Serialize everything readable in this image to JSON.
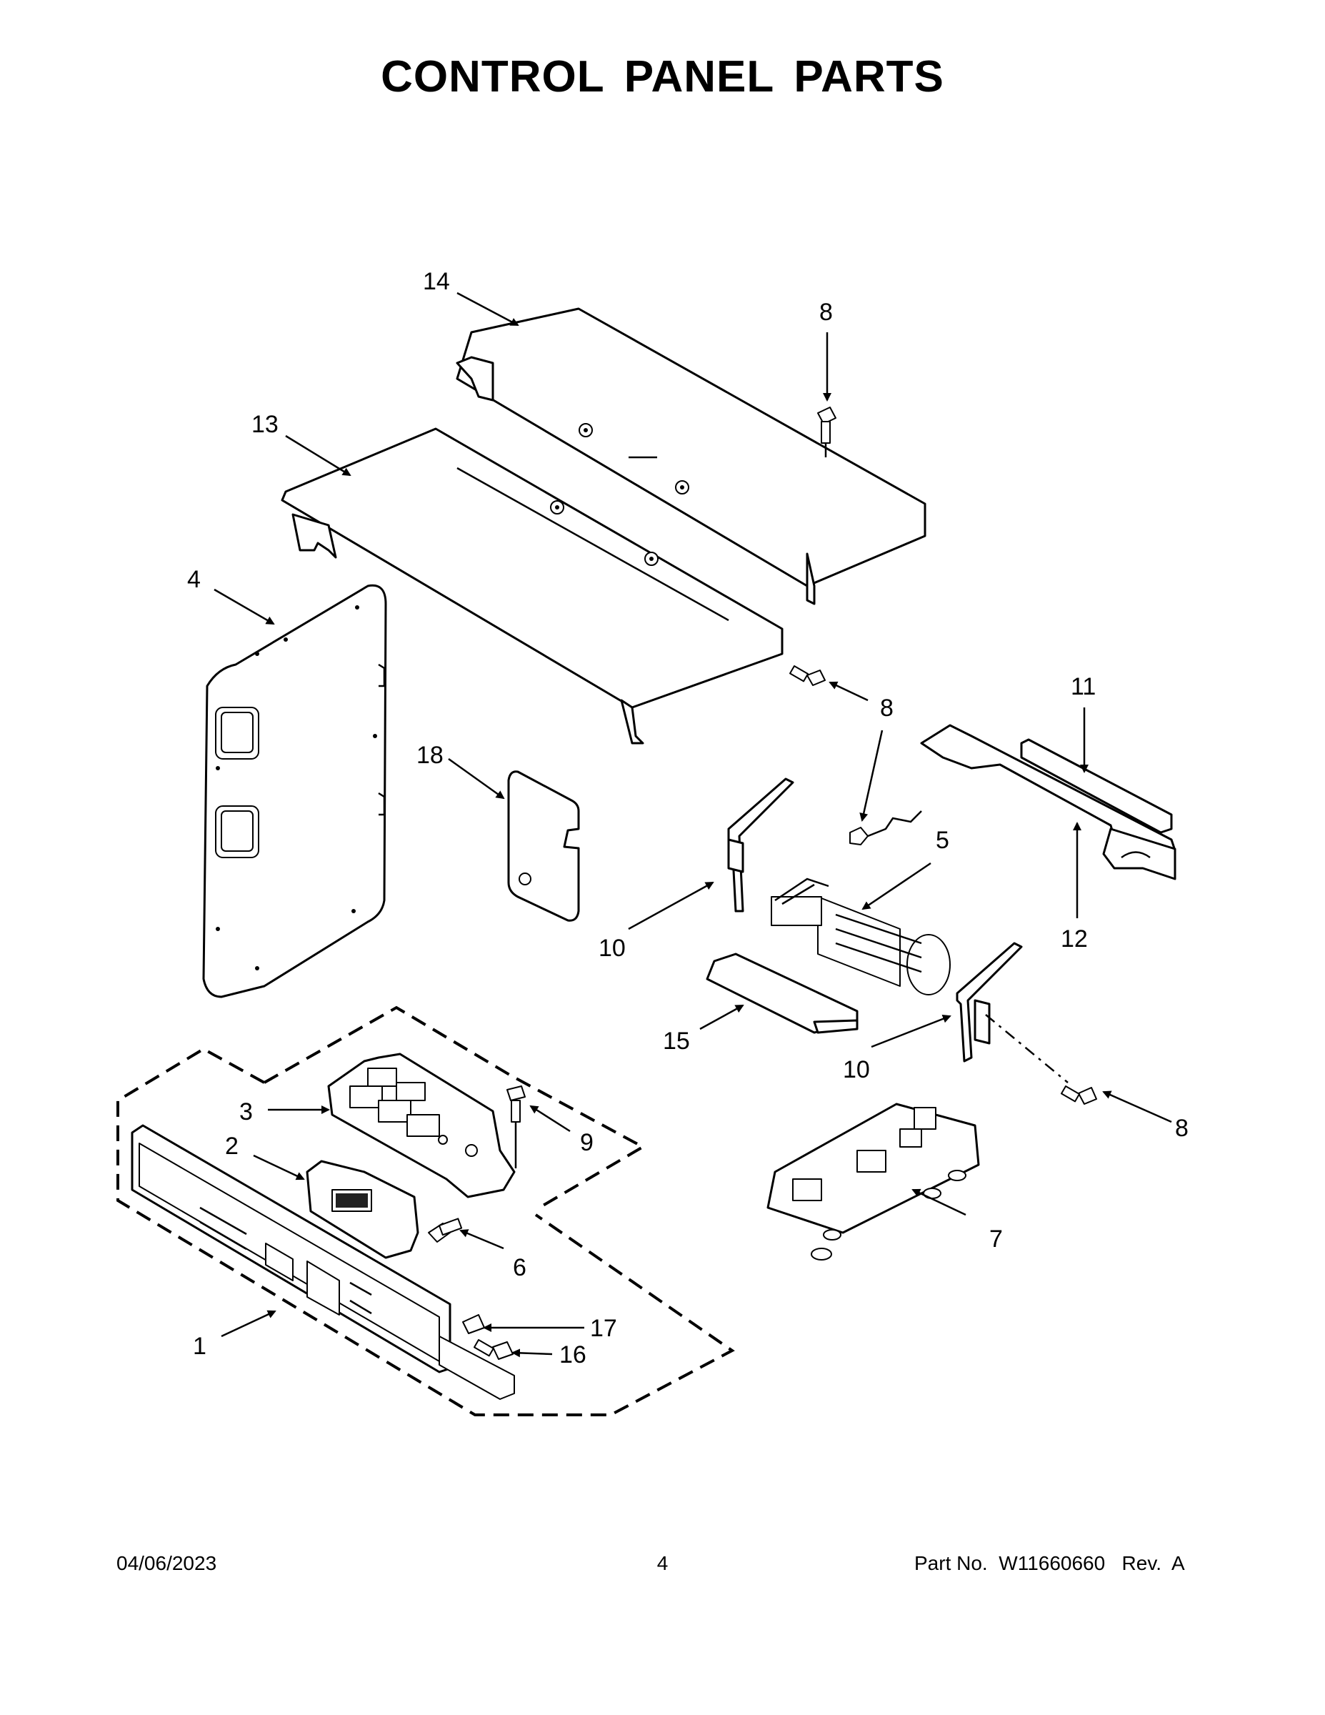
{
  "title": "CONTROL PANEL PARTS",
  "callouts": {
    "c1": "1",
    "c2": "2",
    "c3": "3",
    "c4": "4",
    "c5": "5",
    "c6": "6",
    "c7": "7",
    "c8a": "8",
    "c8b": "8",
    "c8c": "8",
    "c8d": "8",
    "c9": "9",
    "c10a": "10",
    "c10b": "10",
    "c11": "11",
    "c12": "12",
    "c13": "13",
    "c14": "14",
    "c15": "15",
    "c16": "16",
    "c17": "17",
    "c18": "18"
  },
  "footer": {
    "date": "04/06/2023",
    "page": "4",
    "part_label": "Part No.",
    "part_number": "W11660660",
    "rev": "Rev.  A"
  }
}
